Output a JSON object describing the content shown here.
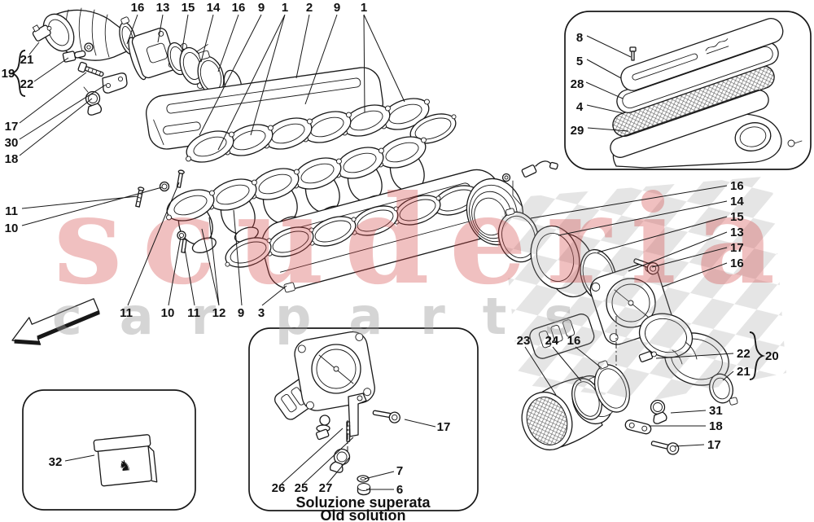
{
  "callouts": {
    "top_row": [
      "16",
      "13",
      "15",
      "14",
      "16",
      "9",
      "1",
      "2",
      "9",
      "1"
    ],
    "left_column": [
      "21",
      "19",
      "22",
      "17",
      "30",
      "18",
      "11",
      "10"
    ],
    "bottom_row": [
      "11",
      "10",
      "11",
      "12",
      "9",
      "3"
    ],
    "cover_box": [
      "8",
      "5",
      "28",
      "4",
      "29"
    ],
    "right_column": [
      "16",
      "14",
      "15",
      "13",
      "17",
      "16"
    ],
    "filter_group": [
      "23",
      "24",
      "16"
    ],
    "meter_group": [
      "22",
      "20",
      "21",
      "31",
      "18",
      "17"
    ],
    "tool_kit_label": "32",
    "old_solution_box": [
      "17",
      "7",
      "6",
      "26",
      "25",
      "27"
    ]
  },
  "captions": {
    "line1": "Soluzione superata",
    "line2": "Old solution"
  },
  "watermark": {
    "brand": "scuderia",
    "sub_word1": "car",
    "sub_word2": "parts",
    "brand_color": "#d24545",
    "sub_color": "#9c9c9c",
    "checker_color": "#999999"
  },
  "icons": {
    "pouch_logo": "♞"
  }
}
